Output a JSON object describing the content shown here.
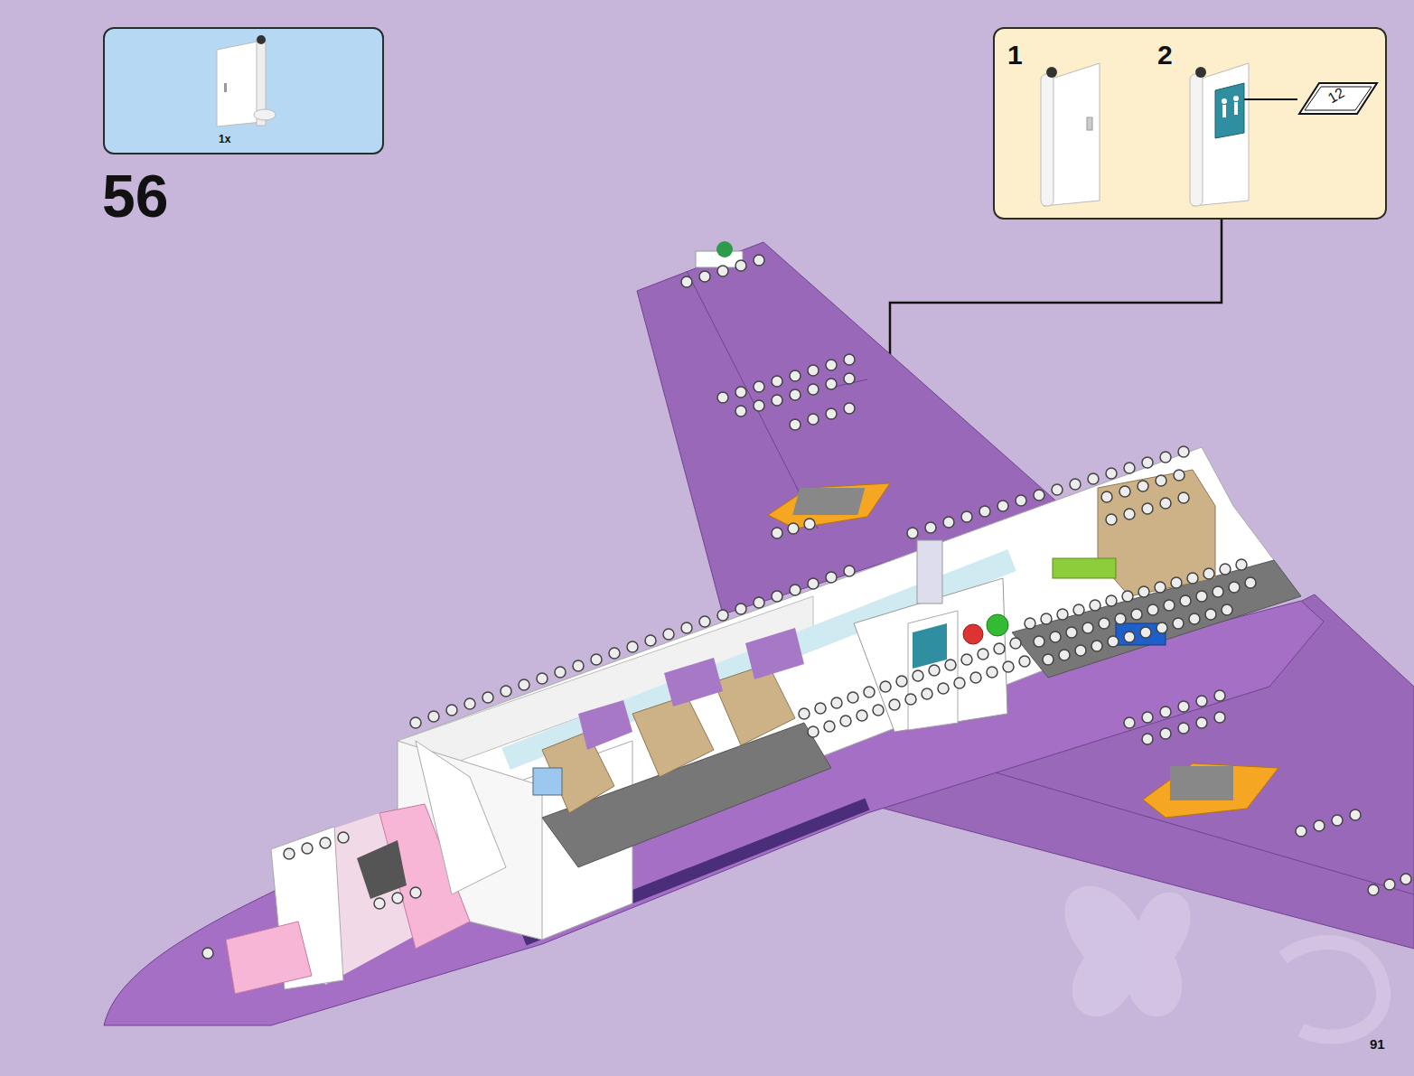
{
  "diagram": {
    "nodes": [
      {
        "text": [
          "1x"
        ]
      },
      {
        "text": [
          "1",
          "2"
        ]
      },
      {
        "text": [
          "12"
        ],
        "in": 1
      }
    ],
    "labels": [
      "56",
      "91"
    ]
  }
}
